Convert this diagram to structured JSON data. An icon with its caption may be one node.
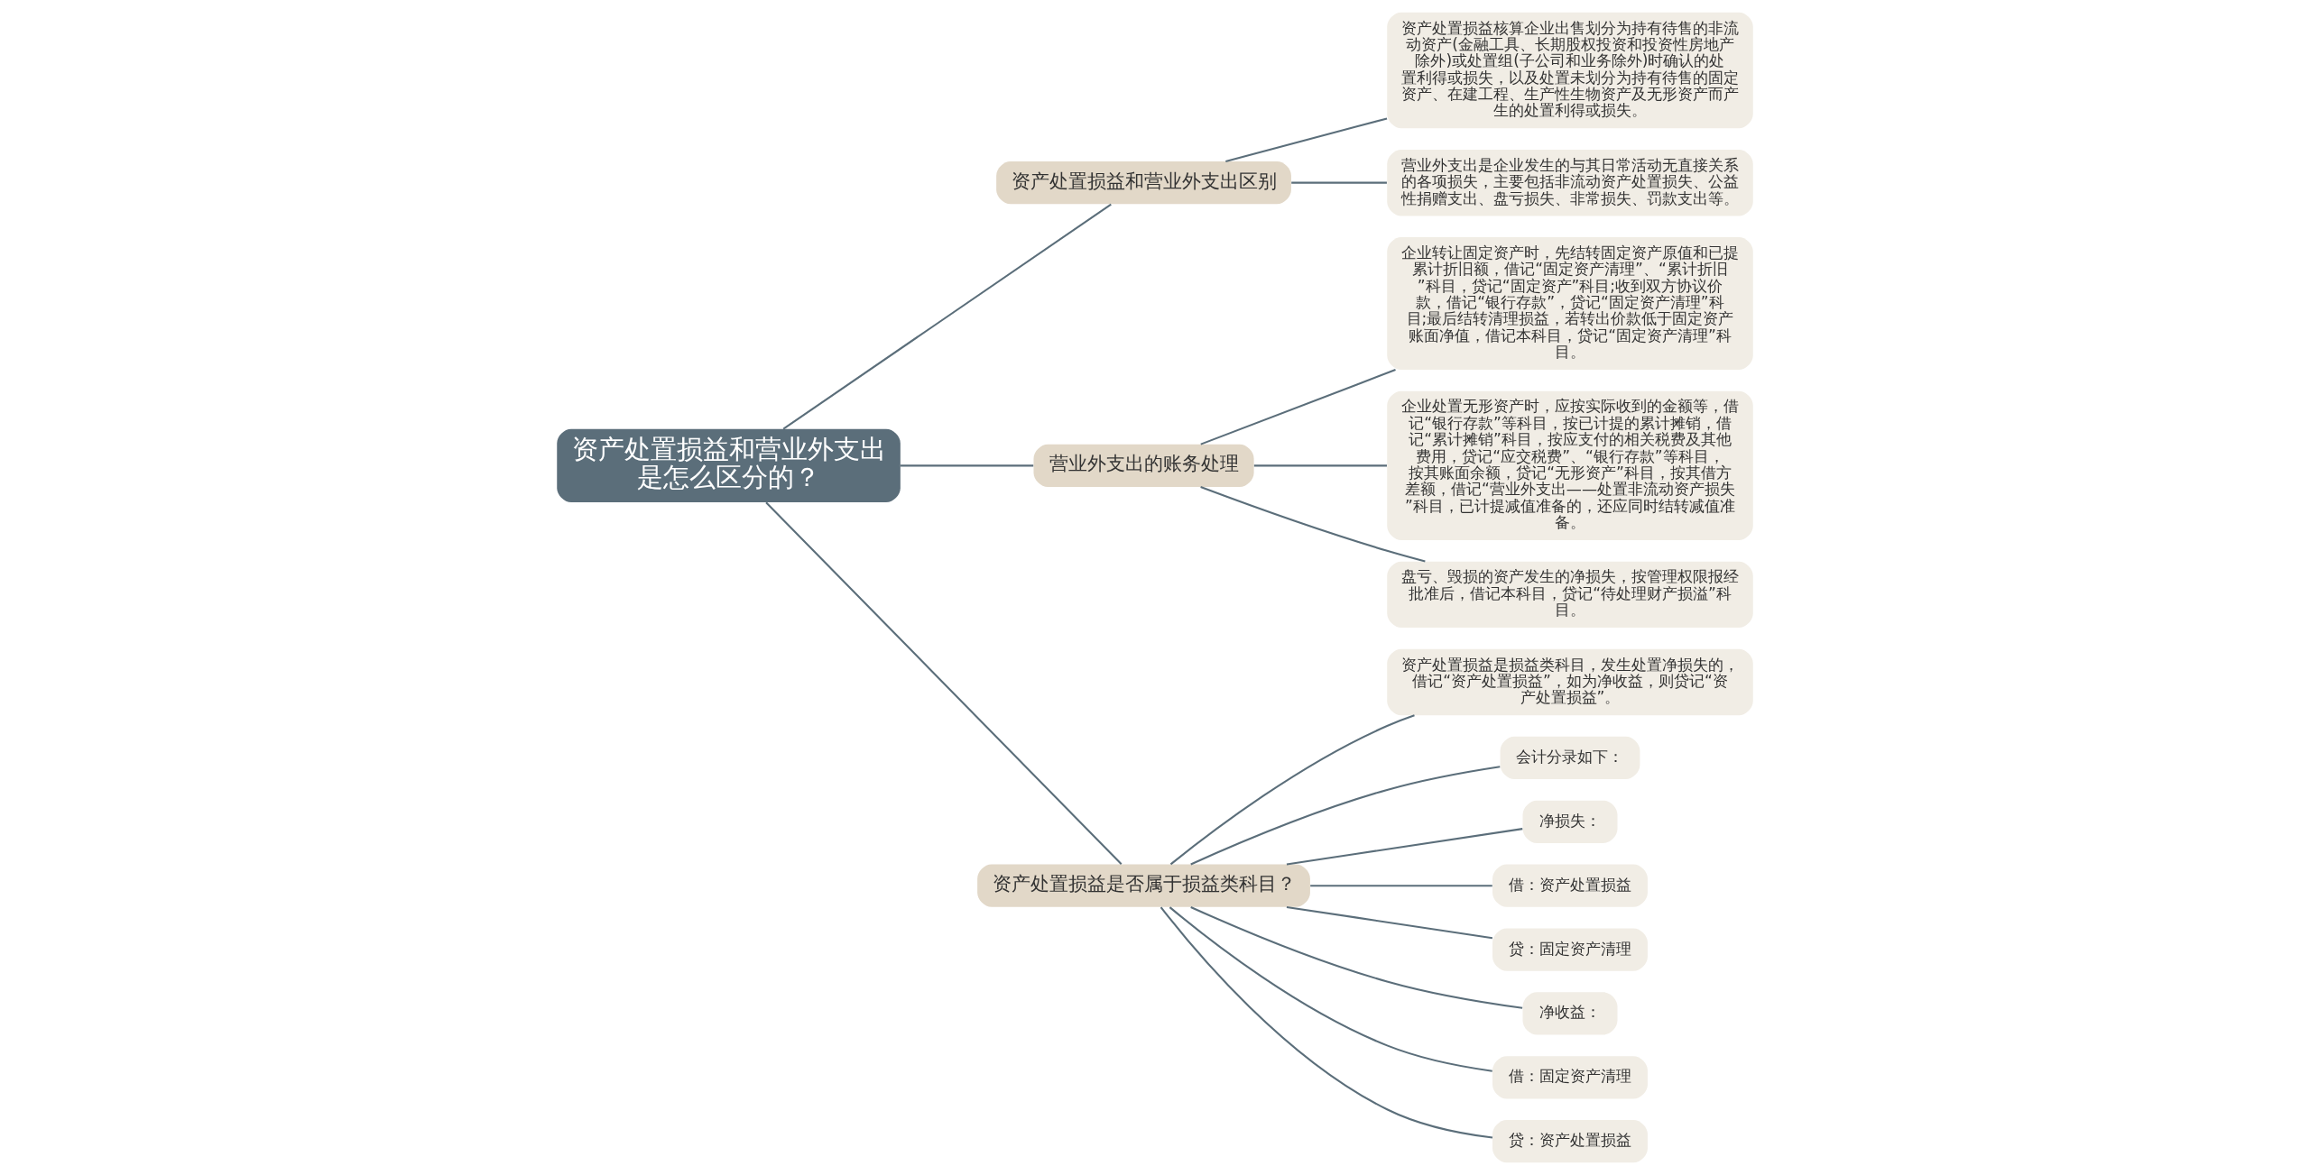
{
  "diagram": {
    "nodes": [
      {
        "text": [
          "资产处置损益和营业外支出是怎么区分的？"
        ]
      },
      {
        "text": [
          "资产处置损益和营业外支出区别"
        ]
      },
      {
        "text": [
          "资产处置损益核算企业出售划分为持有待售的非流动资产(金融工具、长期股权投资和投资性房地产除外)或处置组(子公司和业务除外)时确认的处置利得或损失，以及处置未划分为持有待售的固定资产、在建工程、生产性生物资产及无形资产而产生的处置利得或损失。"
        ]
      },
      {
        "text": [
          "营业外支出是企业发生的与其日常活动无直接关系的各项损失，主要包括非流动资产处置损失、公益性捐赠支出、盘亏损失、非常损失、罚款支出等。"
        ]
      },
      {
        "text": [
          "营业外支出的账务处理"
        ]
      },
      {
        "text": [
          "企业转让固定资产时，先结转固定资产原值和已提累计折旧额，借记“固定资产清理”、“累计折旧”科目，贷记“固定资产”科目;收到双方协议价款，借记“银行存款”，贷记“固定资产清理”科目;最后结转清理损益，若转出价款低于固定资产账面净值，借记本科目，贷记“固定资产清理”科目。"
        ]
      },
      {
        "text": [
          "企业处置无形资产时，应按实际收到的金额等，借记“银行存款”等科目，按已计提的累计摊销，借记“累计摊销”科目，按应支付的相关税费及其他费用，贷记“应交税费”、“银行存款”等科目，按其账面余额，贷记“无形资产”科目，按其借方差额，借记“营业外支出——处置非流动资产损失”科目，已计提减值准备的，还应同时结转减值准备。"
        ]
      },
      {
        "text": [
          "盘亏、毁损的资产发生的净损失，按管理权限报经批准后，借记本科目，贷记“待处理财产损溢”科目。"
        ]
      },
      {
        "text": [
          "资产处置损益是否属于损益类科目？"
        ]
      },
      {
        "text": [
          "资产处置损益是损益类科目，发生处置净损失的，借记“资产处置损益”，如为净收益，则贷记“资产处置损益”。"
        ]
      },
      {
        "text": [
          "会计分录如下："
        ]
      },
      {
        "text": [
          "净损失："
        ]
      },
      {
        "text": [
          "借：资产处置损益"
        ]
      },
      {
        "text": [
          "贷：固定资产清理"
        ]
      },
      {
        "text": [
          "净收益："
        ]
      },
      {
        "text": [
          "借：固定资产清理"
        ]
      },
      {
        "text": [
          "贷：资产处置损益"
        ]
      }
    ],
    "edges": [
      {
        "from": 0,
        "to": 1,
        "arrow": "none"
      },
      {
        "from": 1,
        "to": 2,
        "arrow": "none"
      },
      {
        "from": 1,
        "to": 3,
        "arrow": "none"
      },
      {
        "from": 0,
        "to": 4,
        "arrow": "none"
      },
      {
        "from": 4,
        "to": 5,
        "arrow": "none"
      },
      {
        "from": 4,
        "to": 6,
        "arrow": "none"
      },
      {
        "from": 4,
        "to": 7,
        "arrow": "none"
      },
      {
        "from": 0,
        "to": 8,
        "arrow": "none"
      },
      {
        "from": 8,
        "to": 9,
        "arrow": "none"
      },
      {
        "from": 8,
        "to": 10,
        "arrow": "none"
      },
      {
        "from": 8,
        "to": 11,
        "arrow": "none"
      },
      {
        "from": 8,
        "to": 12,
        "arrow": "none"
      },
      {
        "from": 8,
        "to": 13,
        "arrow": "none"
      },
      {
        "from": 8,
        "to": 14,
        "arrow": "none"
      },
      {
        "from": 8,
        "to": 15,
        "arrow": "none"
      },
      {
        "from": 8,
        "to": 16,
        "arrow": "none"
      }
    ]
  }
}
